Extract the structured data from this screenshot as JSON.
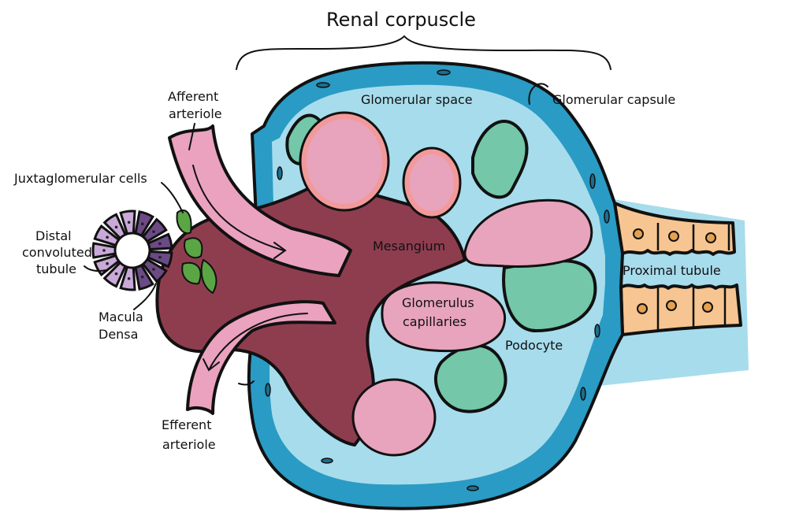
{
  "title": "Renal corpuscle",
  "labels": {
    "renal_corpuscle": "Renal corpuscle",
    "glomerular_space": "Glomerular space",
    "glomerular_capsule": "Glomerular capsule",
    "afferent_line1": "Afferent",
    "afferent_line2": "arteriole",
    "juxtaglomerular": "Juxtaglomerular cells",
    "distal_line1": "Distal",
    "distal_line2": "convoluted",
    "distal_line3": "tubule",
    "macula_line1": "Macula",
    "macula_line2": "Densa",
    "mesangium": "Mesangium",
    "glomerulus_line1": "Glomerulus",
    "glomerulus_line2": "capillaries",
    "podocyte": "Podocyte",
    "proximal_tubule": "Proximal tubule",
    "efferent_line1": "Efferent",
    "efferent_line2": "arteriole"
  },
  "colors": {
    "capsule_outer": "#2a9bc4",
    "glomerular_space": "#a7dcec",
    "mesangium": "#8e3d4f",
    "capillary": "#e8a3bd",
    "capillary_rim": "#f29a9a",
    "arteriole": "#eaa2bf",
    "podocyte": "#74c7a9",
    "proximal_cells": "#f6c591",
    "proximal_nucleus": "#e5a14f",
    "dct_light": "#c9a9d8",
    "dct_dark": "#6b4a86",
    "jg_cells": "#5aa544"
  }
}
